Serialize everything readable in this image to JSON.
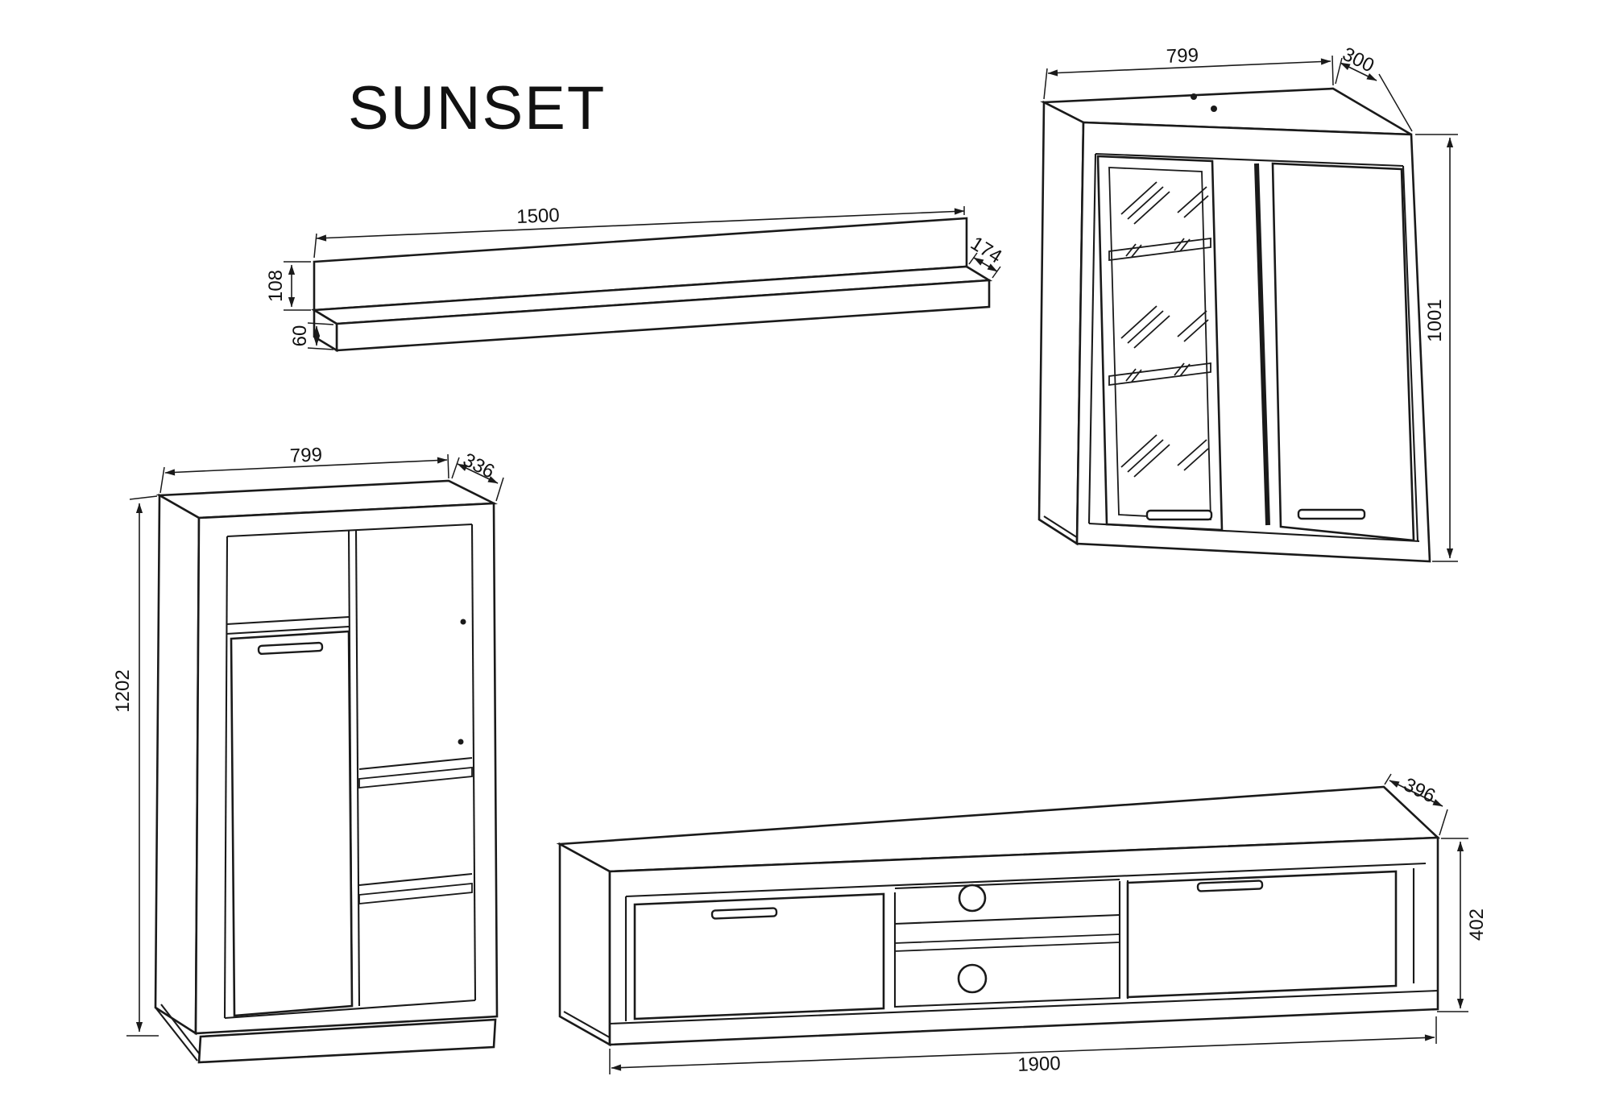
{
  "title": "SUNSET",
  "colors": {
    "line": "#1a1a1a",
    "background": "#ffffff",
    "text": "#111111"
  },
  "pieces": {
    "wall_shelf": {
      "dims": {
        "width": "1500",
        "depth": "174",
        "back_height": "108",
        "board_thickness": "60"
      }
    },
    "wall_cabinet": {
      "dims": {
        "width": "799",
        "depth": "300",
        "height": "1001"
      }
    },
    "highboard": {
      "dims": {
        "width": "799",
        "depth": "336",
        "height": "1202"
      }
    },
    "tv_stand": {
      "dims": {
        "width": "1900",
        "depth": "396",
        "height": "402"
      }
    }
  }
}
